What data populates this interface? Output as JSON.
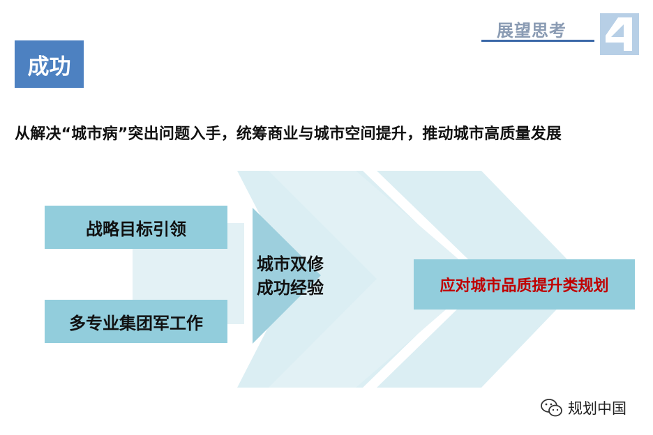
{
  "header": {
    "label": "展望思考",
    "section_number": "4"
  },
  "section_tag": "成功",
  "subtitle": "从解决“城市病”突出问题入手，统筹商业与城市空间提升，推动城市高质量发展",
  "diagram": {
    "left_boxes": [
      "战略目标引领",
      "多专业集团军工作"
    ],
    "center_lines": [
      "城市双修",
      "成功经验"
    ],
    "result_box": "应对城市品质提升类规划"
  },
  "watermark": {
    "icon": "wechat-icon",
    "text": "规划中国"
  },
  "colors": {
    "tag_blue": "#4d81c1",
    "box_teal": "#92cddc",
    "arrow_light": "#dbeef3",
    "result_text_red": "#c00000"
  }
}
